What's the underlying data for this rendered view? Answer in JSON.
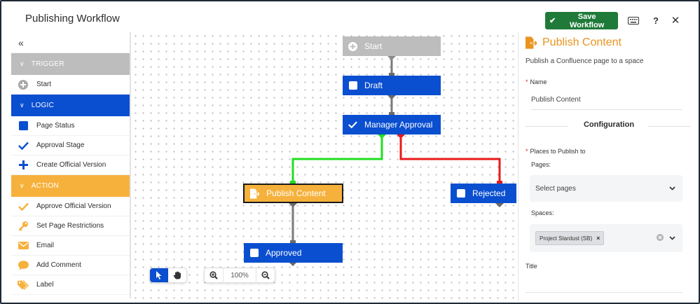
{
  "header": {
    "title": "Publishing Workflow",
    "save_label": "Save Workflow",
    "help_label": "?",
    "close_label": "✕"
  },
  "sidebar": {
    "collapse_label": "«",
    "sections": {
      "trigger": "TRIGGER",
      "logic": "LOGIC",
      "action": "ACTION"
    },
    "trigger_items": [
      {
        "label": "Start",
        "icon": "plus-circle-icon"
      }
    ],
    "logic_items": [
      {
        "label": "Page Status",
        "icon": "square-icon"
      },
      {
        "label": "Approval Stage",
        "icon": "checkmark-icon"
      },
      {
        "label": "Create Official Version",
        "icon": "plus-icon"
      }
    ],
    "action_items": [
      {
        "label": "Approve Official Version",
        "icon": "checkmark-icon"
      },
      {
        "label": "Set Page Restrictions",
        "icon": "key-icon"
      },
      {
        "label": "Email",
        "icon": "envelope-icon"
      },
      {
        "label": "Add Comment",
        "icon": "comment-icon"
      },
      {
        "label": "Label",
        "icon": "tag-icon"
      }
    ]
  },
  "canvas": {
    "nodes": {
      "start": "Start",
      "draft": "Draft",
      "manager_approval": "Manager Approval",
      "publish_content": "Publish Content",
      "rejected": "Rejected",
      "approved": "Approved"
    },
    "zoom_level": "100%",
    "colors": {
      "node_blue": "#0a4fd0",
      "node_gray": "#bdbdbd",
      "node_orange": "#f6b13c",
      "approve_edge": "#22dd22",
      "reject_edge": "#e81919",
      "default_edge": "#7a7a7a"
    }
  },
  "panel": {
    "title": "Publish Content",
    "description": "Publish a Confluence page to a space",
    "name_label": "Name",
    "name_value": "Publish Content",
    "configuration_heading": "Configuration",
    "places_label": "Places to Publish to",
    "pages_label": "Pages:",
    "pages_placeholder": "Select pages",
    "spaces_label": "Spaces:",
    "space_tag": "Project Stardust (SB)",
    "title_label": "Title",
    "accent": "#e8941f"
  }
}
